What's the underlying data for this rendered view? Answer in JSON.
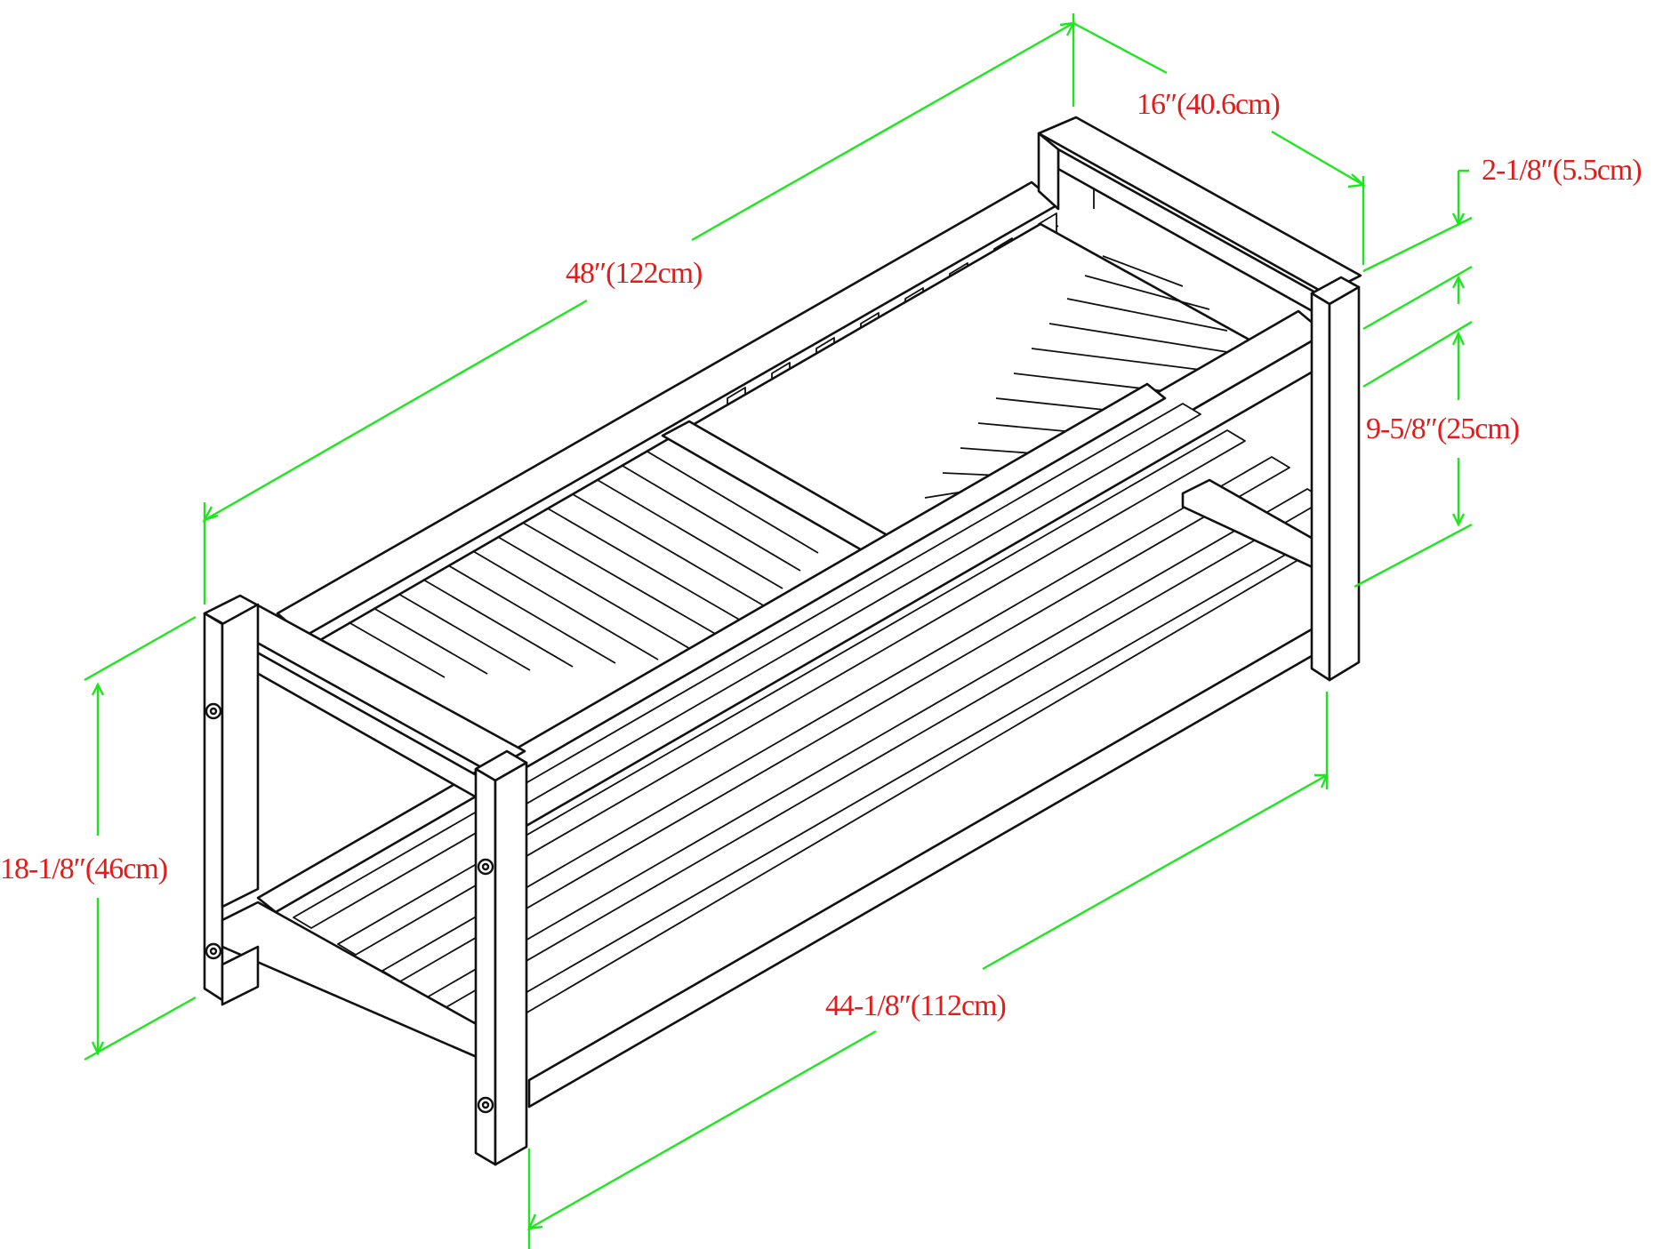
{
  "colors": {
    "outline": "#111111",
    "dimension_line": "#1ee61e",
    "dimension_text": "#e21b1b",
    "background": "#ffffff"
  },
  "dimensions": {
    "depth": "16″(40.6cm)",
    "top_length": "48″(122cm)",
    "arm_thickness": "2-1/8″(5.5cm)",
    "arm_height": "9-5/8″(25cm)",
    "seat_height": "18-1/8″(46cm)",
    "inner_length": "44-1/8″(112cm)"
  }
}
